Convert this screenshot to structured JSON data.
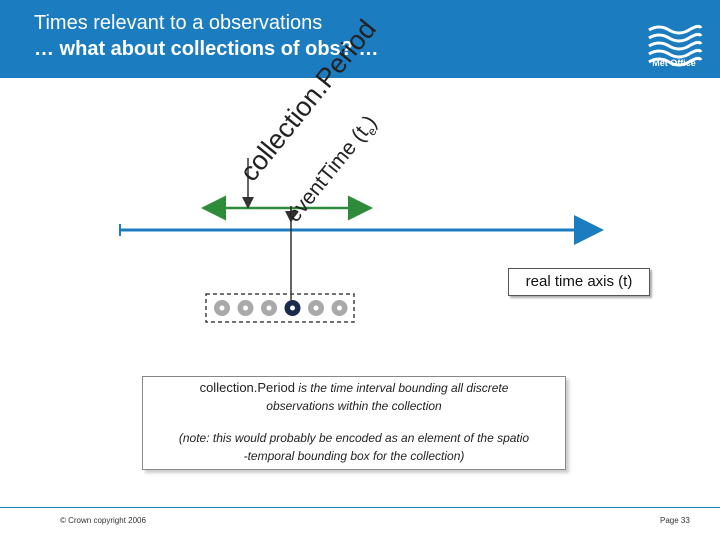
{
  "header": {
    "title_line1": "Times relevant to a observations",
    "title_line2": "… what about collections of obs? …",
    "logo_text": "Met Office",
    "background": "#1c7cc0"
  },
  "diagram": {
    "rotated_label_1": "collection.Period",
    "rotated_label_2_main": "eventTime (t",
    "rotated_label_2_sub": "e",
    "rotated_label_2_end": ")",
    "axis_label": "real time axis (t)",
    "axis_color": "#1c7cc0",
    "period_color": "#2e8b3a",
    "observation_count": 6,
    "highlighted_observation_index": 3
  },
  "note": {
    "term": "collection.Period",
    "line1_rest": " is the time interval bounding all discrete",
    "line2": "observations within the collection",
    "line3": "(note: this would probably be encoded as an element of the spatio",
    "line4": "-temporal bounding box for the collection)"
  },
  "footer": {
    "copyright": "© Crown copyright 2006",
    "page": "Page 33"
  }
}
